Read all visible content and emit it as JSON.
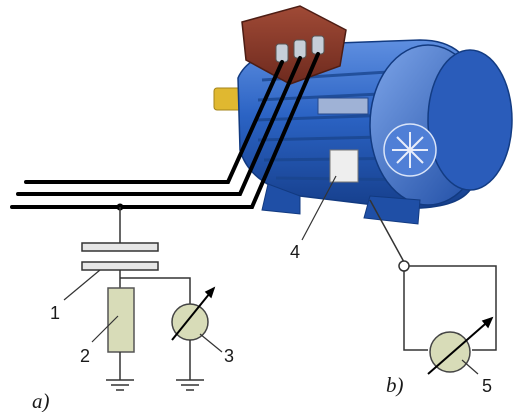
{
  "diagram": {
    "callouts": [
      {
        "id": "1",
        "text": "1",
        "part": "capacitor-divider"
      },
      {
        "id": "2",
        "text": "2",
        "part": "measuring-impedance"
      },
      {
        "id": "3",
        "text": "3",
        "part": "measuring-instrument"
      },
      {
        "id": "4",
        "text": "4",
        "part": "sensor-on-housing"
      },
      {
        "id": "5",
        "text": "5",
        "part": "measuring-instrument"
      }
    ],
    "panel_labels": {
      "a": "a)",
      "b": "b)"
    },
    "colors": {
      "motor_body": "#2b63c4",
      "motor_dark": "#16408e",
      "motor_light": "#6f9be6",
      "terminal_box": "#8a3a2a",
      "shaft": "#e0b830",
      "conductor": "#000000",
      "sensor": "#eeeeee",
      "resistor": "#d8dcb8"
    }
  }
}
